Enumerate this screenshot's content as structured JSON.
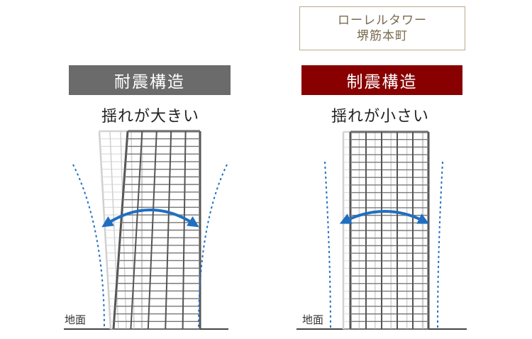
{
  "property": {
    "line1": "ローレルタワー",
    "line2": "堺筋本町"
  },
  "left_panel": {
    "label": "耐震構造",
    "caption": "揺れが大きい",
    "ground": "地面"
  },
  "right_panel": {
    "label": "制震構造",
    "caption": "揺れが小さい",
    "ground": "地面"
  },
  "colors": {
    "seismic_resistant": "#6b6b6b",
    "vibration_control": "#880000",
    "arrow_blue": "#1f6fc0",
    "building_dark": "#555555",
    "building_ghost": "#c8c8c8",
    "name_border": "#b9a98f"
  }
}
